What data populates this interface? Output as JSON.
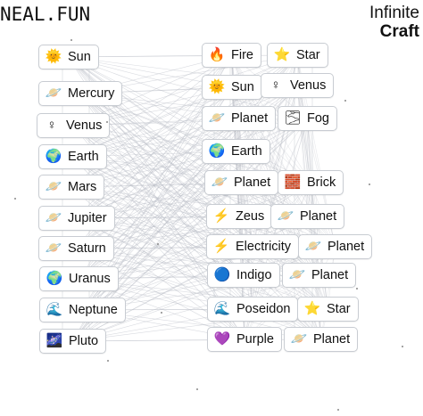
{
  "header": {
    "brand_left": "NEAL.FUN",
    "brand_right_line1": "Infinite",
    "brand_right_line2": "Craft"
  },
  "left_column": [
    {
      "label": "Sun",
      "emoji": "🌞",
      "icon": "sun-icon"
    },
    {
      "label": "Mercury",
      "emoji": "🪐",
      "icon": "planet-icon"
    },
    {
      "label": "Venus",
      "emoji": "♀",
      "icon": "venus-icon"
    },
    {
      "label": "Earth",
      "emoji": "🌍",
      "icon": "globe-icon"
    },
    {
      "label": "Mars",
      "emoji": "🪐",
      "icon": "planet-icon"
    },
    {
      "label": "Jupiter",
      "emoji": "🪐",
      "icon": "planet-icon"
    },
    {
      "label": "Saturn",
      "emoji": "🪐",
      "icon": "planet-icon"
    },
    {
      "label": "Uranus",
      "emoji": "🌍",
      "icon": "globe-icon"
    },
    {
      "label": "Neptune",
      "emoji": "🌊",
      "icon": "wave-icon"
    },
    {
      "label": "Pluto",
      "emoji": "🌌",
      "icon": "galaxy-icon"
    }
  ],
  "right_column": [
    {
      "label": "Fire",
      "emoji": "🔥",
      "icon": "fire-icon"
    },
    {
      "label": "Star",
      "emoji": "⭐",
      "icon": "star-icon"
    },
    {
      "label": "Sun",
      "emoji": "🌞",
      "icon": "sun-icon"
    },
    {
      "label": "Venus",
      "emoji": "♀",
      "icon": "venus-icon"
    },
    {
      "label": "Planet",
      "emoji": "🪐",
      "icon": "planet-icon"
    },
    {
      "label": "Fog",
      "emoji": "🌫",
      "icon": "fog-icon"
    },
    {
      "label": "Earth",
      "emoji": "🌍",
      "icon": "globe-icon"
    },
    {
      "label": "Planet",
      "emoji": "🪐",
      "icon": "planet-icon"
    },
    {
      "label": "Brick",
      "emoji": "🧱",
      "icon": "brick-icon"
    },
    {
      "label": "Zeus",
      "emoji": "⚡",
      "icon": "lightning-icon"
    },
    {
      "label": "Planet",
      "emoji": "🪐",
      "icon": "planet-icon"
    },
    {
      "label": "Electricity",
      "emoji": "⚡",
      "icon": "lightning-icon"
    },
    {
      "label": "Planet",
      "emoji": "🪐",
      "icon": "planet-icon"
    },
    {
      "label": "Indigo",
      "emoji": "🔵",
      "icon": "blue-circle-icon"
    },
    {
      "label": "Planet",
      "emoji": "🪐",
      "icon": "planet-icon"
    },
    {
      "label": "Poseidon",
      "emoji": "🌊",
      "icon": "wave-icon"
    },
    {
      "label": "Star",
      "emoji": "⭐",
      "icon": "star-icon"
    },
    {
      "label": "Purple",
      "emoji": "💜",
      "icon": "purple-heart-icon"
    },
    {
      "label": "Planet",
      "emoji": "🪐",
      "icon": "planet-icon"
    }
  ],
  "colors": {
    "chip_border": "#c8ccd2",
    "line": "#b9bec6",
    "background": "#ffffff"
  }
}
